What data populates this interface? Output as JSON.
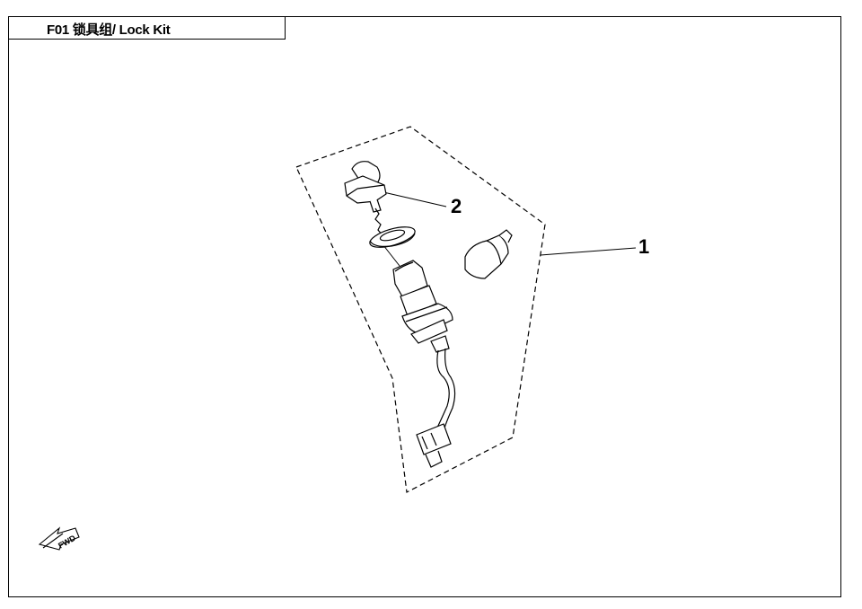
{
  "page": {
    "title": "F01 锁具组/ Lock Kit"
  },
  "callouts": [
    {
      "number": "1",
      "part": "lock-kit-assembly"
    },
    {
      "number": "2",
      "part": "key"
    }
  ],
  "orientation_marker": {
    "text": "FWD",
    "icon": "forward-arrow-icon"
  },
  "colors": {
    "line": "#000000",
    "background": "#ffffff"
  }
}
